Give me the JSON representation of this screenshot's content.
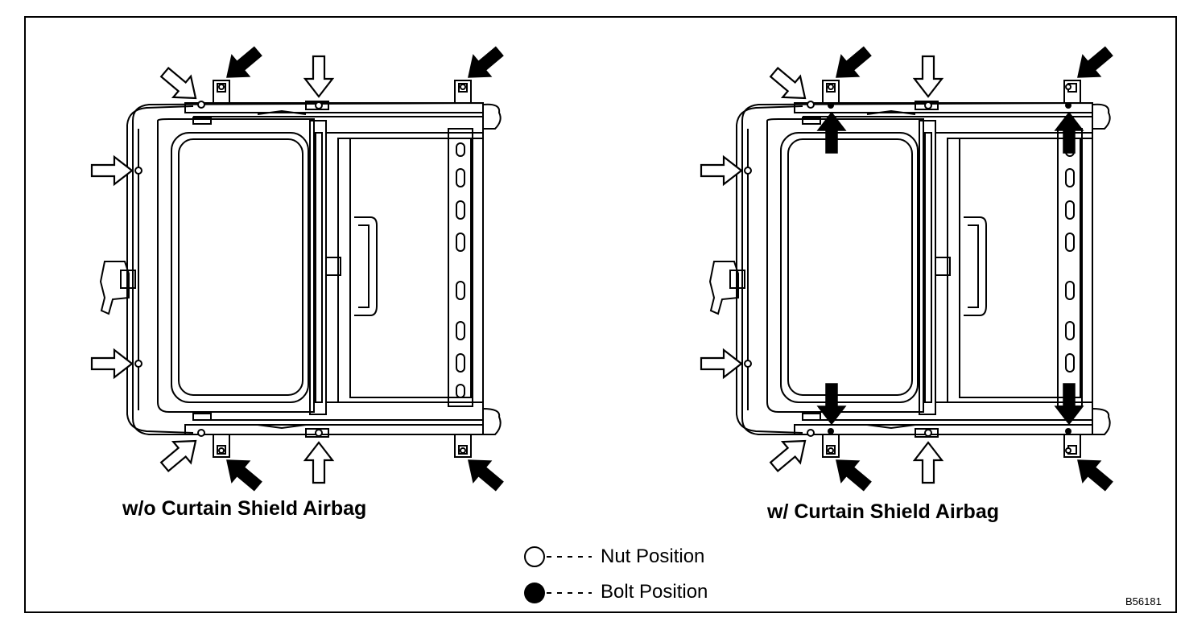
{
  "captions": {
    "left": "w/o Curtain Shield Airbag",
    "right": "w/ Curtain Shield Airbag"
  },
  "legend": {
    "nut": {
      "symbol": "open-circle",
      "label": "Nut Position"
    },
    "bolt": {
      "symbol": "filled-circle",
      "label": "Bolt Position"
    }
  },
  "figure_id": "B56181",
  "colors": {
    "line": "#000000",
    "background": "#ffffff"
  }
}
